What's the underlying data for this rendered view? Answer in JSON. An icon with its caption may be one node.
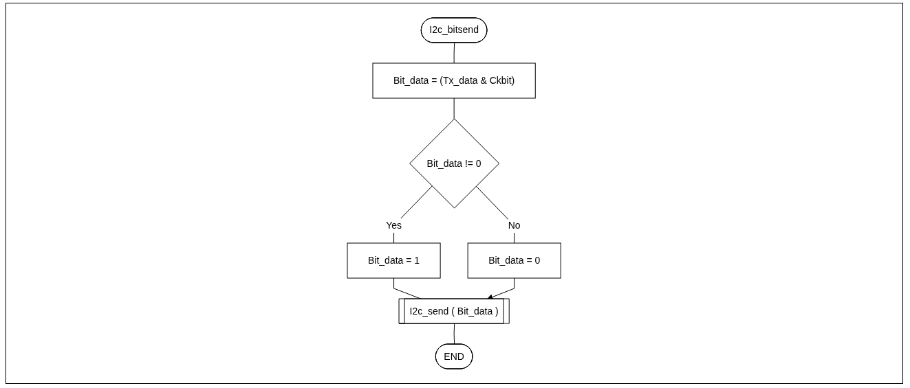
{
  "diagram": {
    "nodes": [
      {
        "text": [
          "I2c_bitsend"
        ]
      },
      {
        "text": [
          "Bit_data = (Tx_data & Ckbit)"
        ]
      },
      {
        "text": [
          "Bit_data != 0"
        ]
      },
      {
        "text": [
          "Bit_data = 1"
        ]
      },
      {
        "text": [
          "Bit_data = 0"
        ]
      },
      {
        "text": [
          "I2c_send ( Bit_data )"
        ]
      },
      {
        "text": [
          "END"
        ]
      }
    ],
    "edges": [
      {
        "from": 0,
        "to": 1,
        "arrow": "none"
      },
      {
        "from": 1,
        "to": 2,
        "arrow": "none"
      },
      {
        "from": 2,
        "to": 3,
        "label": "Yes",
        "arrow": "none"
      },
      {
        "from": 2,
        "to": 4,
        "label": "No",
        "arrow": "none"
      },
      {
        "from": 3,
        "to": 5,
        "arrow": "none"
      },
      {
        "from": 4,
        "to": 5,
        "arrow": "to"
      },
      {
        "from": 5,
        "to": 6,
        "arrow": "none"
      }
    ]
  }
}
